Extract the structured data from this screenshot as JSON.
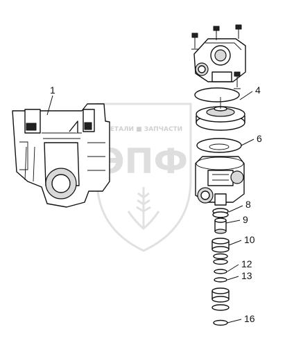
{
  "diagram": {
    "callouts": [
      {
        "id": "c1",
        "label": "1"
      },
      {
        "id": "c4",
        "label": "4"
      },
      {
        "id": "c6",
        "label": "6"
      },
      {
        "id": "c8",
        "label": "8"
      },
      {
        "id": "c9",
        "label": "9"
      },
      {
        "id": "c10",
        "label": "10"
      },
      {
        "id": "c12",
        "label": "12"
      },
      {
        "id": "c13",
        "label": "13"
      },
      {
        "id": "c16",
        "label": "16"
      }
    ]
  },
  "watermark": {
    "brand_text": "ЭПФ",
    "tagline": "ДЕТАЛИ ■ ЗАПЧАСТИ"
  }
}
